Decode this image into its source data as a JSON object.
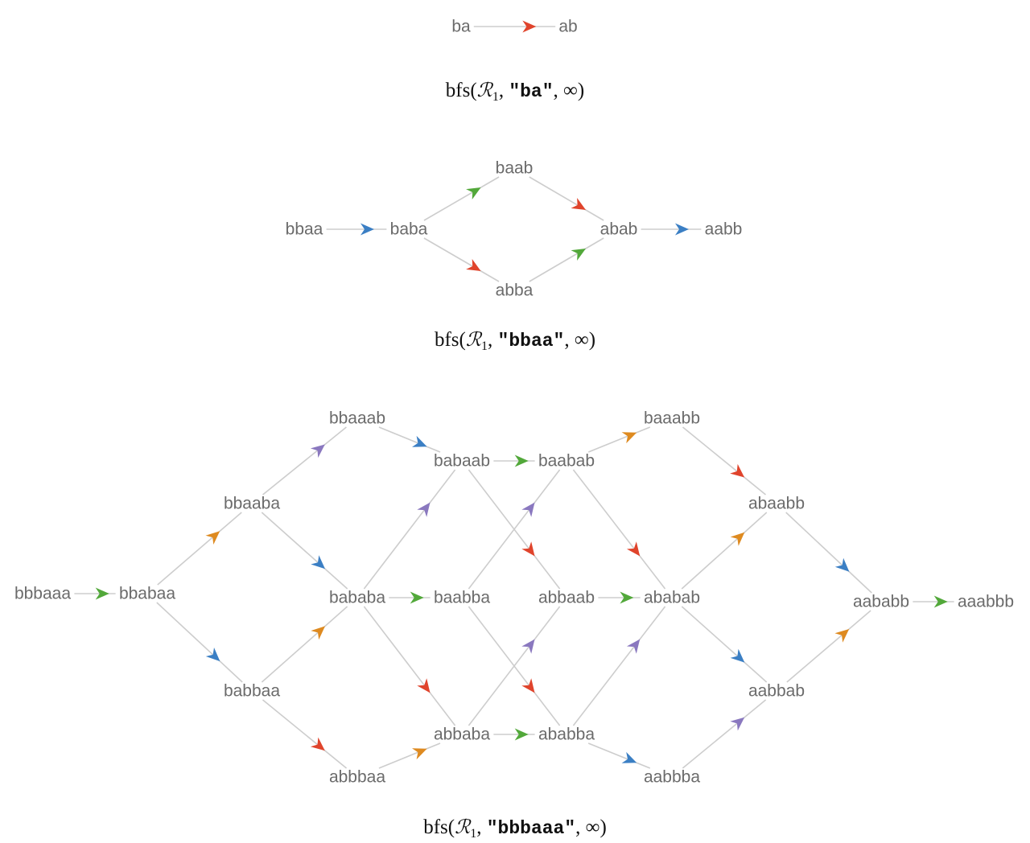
{
  "colors": {
    "red": "#e0442c",
    "blue": "#3b7fc4",
    "green": "#52a83a",
    "orange": "#de8a20",
    "purple": "#8a78bf",
    "edge": "#cdcdcd",
    "label": "#6b6b6b"
  },
  "graphs": [
    {
      "caption": {
        "prefix": "bfs(",
        "rule": "ℛ",
        "rule_sub": "1",
        "sep1": ", ",
        "start": "\"ba\"",
        "sep2": ", ",
        "inf": "∞",
        "suffix": ")"
      },
      "nodes": [
        {
          "id": "ba",
          "label": "ba"
        },
        {
          "id": "ab",
          "label": "ab"
        }
      ],
      "edges": [
        {
          "from": "ba",
          "to": "ab",
          "color": "red"
        }
      ]
    },
    {
      "caption": {
        "prefix": "bfs(",
        "rule": "ℛ",
        "rule_sub": "1",
        "sep1": ", ",
        "start": "\"bbaa\"",
        "sep2": ", ",
        "inf": "∞",
        "suffix": ")"
      },
      "nodes": [
        {
          "id": "bbaa",
          "label": "bbaa"
        },
        {
          "id": "baba",
          "label": "baba"
        },
        {
          "id": "baab",
          "label": "baab"
        },
        {
          "id": "abba",
          "label": "abba"
        },
        {
          "id": "abab",
          "label": "abab"
        },
        {
          "id": "aabb",
          "label": "aabb"
        }
      ],
      "edges": [
        {
          "from": "bbaa",
          "to": "baba",
          "color": "blue"
        },
        {
          "from": "baba",
          "to": "baab",
          "color": "green"
        },
        {
          "from": "baba",
          "to": "abba",
          "color": "red"
        },
        {
          "from": "baab",
          "to": "abab",
          "color": "red"
        },
        {
          "from": "abba",
          "to": "abab",
          "color": "green"
        },
        {
          "from": "abab",
          "to": "aabb",
          "color": "blue"
        }
      ]
    },
    {
      "caption": {
        "prefix": "bfs(",
        "rule": "ℛ",
        "rule_sub": "1",
        "sep1": ", ",
        "start": "\"bbbaaa\"",
        "sep2": ", ",
        "inf": "∞",
        "suffix": ")"
      },
      "nodes": [
        {
          "id": "bbbaaa",
          "label": "bbbaaa"
        },
        {
          "id": "bbabaa",
          "label": "bbabaa"
        },
        {
          "id": "bbaaba",
          "label": "bbaaba"
        },
        {
          "id": "babbaa",
          "label": "babbaa"
        },
        {
          "id": "bbaaab",
          "label": "bbaaab"
        },
        {
          "id": "bababa",
          "label": "bababa"
        },
        {
          "id": "abbbaa",
          "label": "abbbaa"
        },
        {
          "id": "babaab",
          "label": "babaab"
        },
        {
          "id": "baabba",
          "label": "baabba"
        },
        {
          "id": "abbaba",
          "label": "abbaba"
        },
        {
          "id": "baabab",
          "label": "baabab"
        },
        {
          "id": "abbaab",
          "label": "abbaab"
        },
        {
          "id": "ababba",
          "label": "ababba"
        },
        {
          "id": "baaabb",
          "label": "baaabb"
        },
        {
          "id": "ababab",
          "label": "ababab"
        },
        {
          "id": "aabbba",
          "label": "aabbba"
        },
        {
          "id": "abaabb",
          "label": "abaabb"
        },
        {
          "id": "aabbab",
          "label": "aabbab"
        },
        {
          "id": "aababb",
          "label": "aababb"
        },
        {
          "id": "aaabbb",
          "label": "aaabbb"
        }
      ],
      "edges": [
        {
          "from": "bbbaaa",
          "to": "bbabaa",
          "color": "green"
        },
        {
          "from": "bbabaa",
          "to": "bbaaba",
          "color": "orange"
        },
        {
          "from": "bbabaa",
          "to": "babbaa",
          "color": "blue"
        },
        {
          "from": "bbaaba",
          "to": "bbaaab",
          "color": "purple"
        },
        {
          "from": "bbaaba",
          "to": "bababa",
          "color": "blue"
        },
        {
          "from": "babbaa",
          "to": "bababa",
          "color": "orange"
        },
        {
          "from": "babbaa",
          "to": "abbbaa",
          "color": "red"
        },
        {
          "from": "bbaaab",
          "to": "babaab",
          "color": "blue"
        },
        {
          "from": "bababa",
          "to": "babaab",
          "color": "purple"
        },
        {
          "from": "bababa",
          "to": "baabba",
          "color": "green"
        },
        {
          "from": "bababa",
          "to": "abbaba",
          "color": "red"
        },
        {
          "from": "abbbaa",
          "to": "abbaba",
          "color": "orange"
        },
        {
          "from": "babaab",
          "to": "baabab",
          "color": "green"
        },
        {
          "from": "babaab",
          "to": "abbaab",
          "color": "red"
        },
        {
          "from": "baabba",
          "to": "baabab",
          "color": "purple"
        },
        {
          "from": "baabba",
          "to": "ababba",
          "color": "red"
        },
        {
          "from": "abbaba",
          "to": "abbaab",
          "color": "purple"
        },
        {
          "from": "abbaba",
          "to": "ababba",
          "color": "green"
        },
        {
          "from": "baabab",
          "to": "baaabb",
          "color": "orange"
        },
        {
          "from": "baabab",
          "to": "ababab",
          "color": "red"
        },
        {
          "from": "abbaab",
          "to": "ababab",
          "color": "green"
        },
        {
          "from": "ababba",
          "to": "ababab",
          "color": "purple"
        },
        {
          "from": "ababba",
          "to": "aabbba",
          "color": "blue"
        },
        {
          "from": "baaabb",
          "to": "abaabb",
          "color": "red"
        },
        {
          "from": "ababab",
          "to": "abaabb",
          "color": "orange"
        },
        {
          "from": "ababab",
          "to": "aabbab",
          "color": "blue"
        },
        {
          "from": "aabbba",
          "to": "aabbab",
          "color": "purple"
        },
        {
          "from": "abaabb",
          "to": "aababb",
          "color": "blue"
        },
        {
          "from": "aabbab",
          "to": "aababb",
          "color": "orange"
        },
        {
          "from": "aababb",
          "to": "aaabbb",
          "color": "green"
        }
      ]
    }
  ]
}
